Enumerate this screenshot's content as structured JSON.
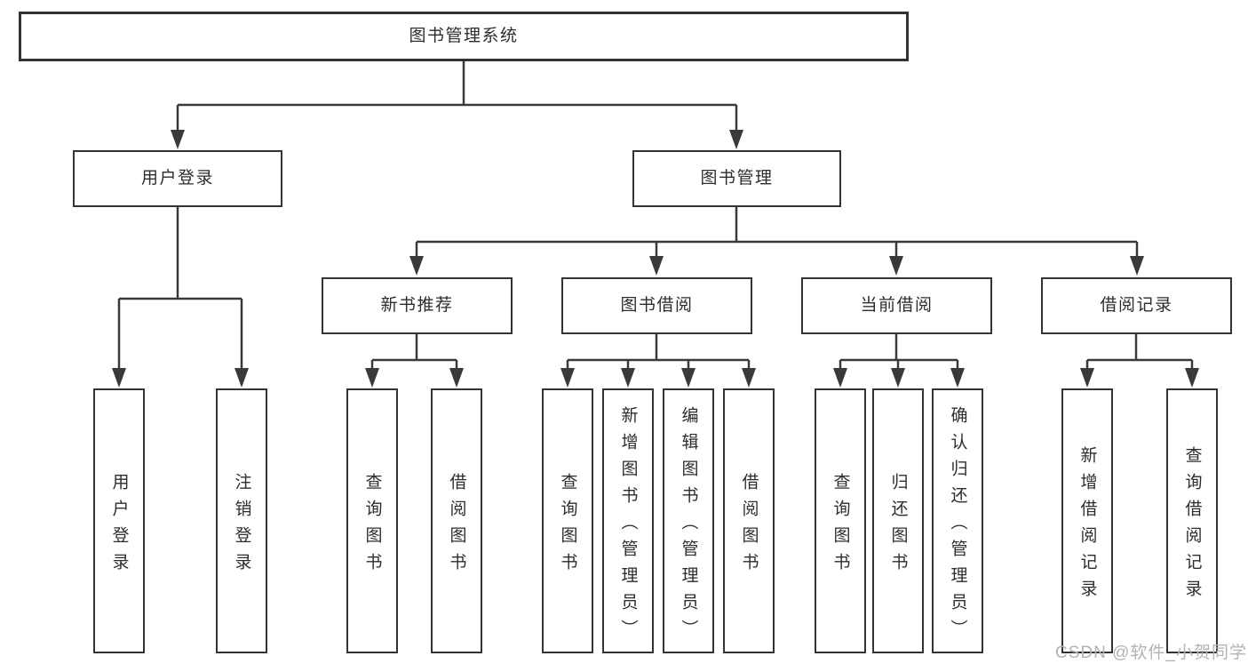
{
  "diagram_type": "hierarchy-tree",
  "colors": {
    "background": "#ffffff",
    "box_border": "#333333",
    "line": "#3a3a3a",
    "text": "#2d2d2d",
    "watermark_text_color": "#b3b3b3"
  },
  "tree": {
    "root": {
      "label": "图书管理系统"
    },
    "branches": [
      {
        "label": "用户登录",
        "children": [
          {
            "label": "用户登录"
          },
          {
            "label": "注销登录"
          }
        ]
      },
      {
        "label": "图书管理",
        "children": [
          {
            "label": "新书推荐",
            "children": [
              {
                "label": "查询图书"
              },
              {
                "label": "借阅图书"
              }
            ]
          },
          {
            "label": "图书借阅",
            "children": [
              {
                "label": "查询图书"
              },
              {
                "label": "新增图书（管理员）"
              },
              {
                "label": "编辑图书（管理员）"
              },
              {
                "label": "借阅图书"
              }
            ]
          },
          {
            "label": "当前借阅",
            "children": [
              {
                "label": "查询图书"
              },
              {
                "label": "归还图书"
              },
              {
                "label": "确认归还（管理员）"
              }
            ]
          },
          {
            "label": "借阅记录",
            "children": [
              {
                "label": "新增借阅记录"
              },
              {
                "label": "查询借阅记录"
              }
            ]
          }
        ]
      }
    ]
  },
  "watermark": {
    "text": "CSDN @软件_小贺同学"
  }
}
